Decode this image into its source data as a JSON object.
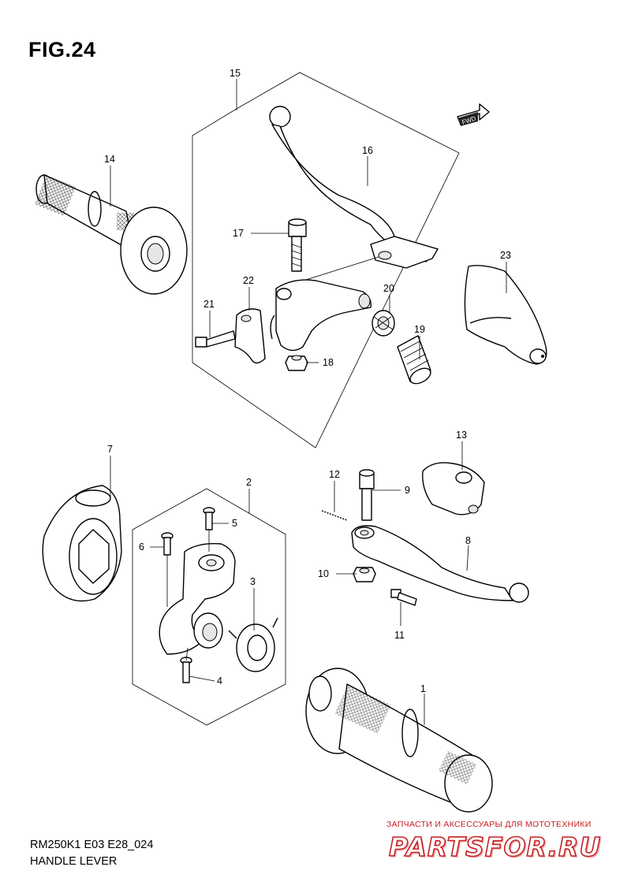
{
  "figure": {
    "title": "FIG.24"
  },
  "footer": {
    "model_code": "RM250K1 E03 E28_024",
    "section_name": "HANDLE LEVER"
  },
  "direction_badge": {
    "label": "FWD"
  },
  "watermark": {
    "tagline": "ЗАПЧАСТИ И АКСЕССУАРЫ ДЛЯ МОТОТЕХНИКИ",
    "logo": "PARTSFOR.RU",
    "color": "#c62024"
  },
  "callouts": [
    {
      "id": "1",
      "part": "grip-right"
    },
    {
      "id": "2",
      "part": "throttle-housing-assy"
    },
    {
      "id": "3",
      "part": "throttle-pulley-ring"
    },
    {
      "id": "4",
      "part": "screw-lower"
    },
    {
      "id": "5",
      "part": "screw-upper"
    },
    {
      "id": "6",
      "part": "screw-side"
    },
    {
      "id": "7",
      "part": "throttle-housing-cover"
    },
    {
      "id": "8",
      "part": "front-brake-lever"
    },
    {
      "id": "9",
      "part": "pivot-bolt"
    },
    {
      "id": "10",
      "part": "nut"
    },
    {
      "id": "11",
      "part": "adjuster-bolt"
    },
    {
      "id": "12",
      "part": "spring"
    },
    {
      "id": "13",
      "part": "lever-cover"
    },
    {
      "id": "14",
      "part": "grip-left"
    },
    {
      "id": "15",
      "part": "clutch-lever-assy"
    },
    {
      "id": "16",
      "part": "clutch-lever"
    },
    {
      "id": "17",
      "part": "pivot-bolt"
    },
    {
      "id": "18",
      "part": "nut"
    },
    {
      "id": "19",
      "part": "cable-adjuster"
    },
    {
      "id": "20",
      "part": "lock-nut"
    },
    {
      "id": "21",
      "part": "holder-screw"
    },
    {
      "id": "22",
      "part": "holder-clamp"
    },
    {
      "id": "23",
      "part": "lever-cover"
    }
  ]
}
